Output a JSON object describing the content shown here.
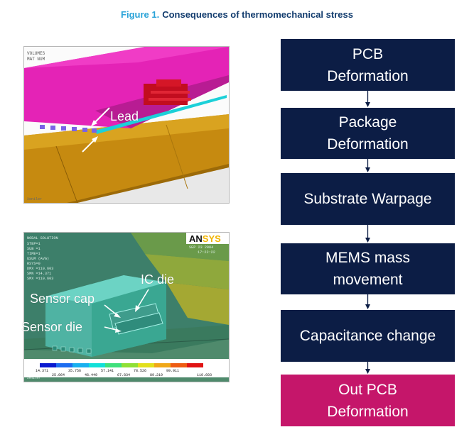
{
  "figure": {
    "number": "Figure 1.",
    "title": "Consequences  of thermomechanical  stress"
  },
  "top_image": {
    "header_lines": [
      "VOLUMES",
      "MAT NUM"
    ],
    "footer": "Xeniler",
    "callout": "Lead"
  },
  "bottom_image": {
    "header_lines": [
      "NODAL SOLUTION",
      "STEP=1",
      "SUB =1",
      "TIME=1",
      "USUM      (AVG)",
      "RSYS=0",
      "DMX =110.603",
      "SMN =14.371",
      "SMX =110.603"
    ],
    "brand": [
      "AN",
      "SYS"
    ],
    "date": "SEP 23 2004",
    "time": "17:22:22",
    "footer": "Xeniler",
    "callouts": [
      "IC die",
      "Sensor cap",
      "Sensor die"
    ],
    "legend_colors": [
      "#0a1ad0",
      "#1d6df0",
      "#19b0ef",
      "#12e0d8",
      "#3fe07b",
      "#8fe035",
      "#e2e01c",
      "#f0a818",
      "#ee5c12",
      "#e01313"
    ],
    "legend_top_labels": [
      "14.371",
      "35.756",
      "57.141",
      "78.526",
      "99.911"
    ],
    "legend_bottom_labels": [
      "25.064",
      "46.449",
      "67.834",
      "89.219",
      "110.603"
    ]
  },
  "flow": [
    {
      "lines": [
        "PCB",
        "Deformation"
      ]
    },
    {
      "lines": [
        "Package",
        "Deformation"
      ]
    },
    {
      "lines": [
        "Substrate Warpage"
      ]
    },
    {
      "lines": [
        "MEMS mass",
        "movement"
      ]
    },
    {
      "lines": [
        "Capacitance  change"
      ]
    },
    {
      "lines": [
        "Out PCB",
        "Deformation"
      ]
    }
  ],
  "colors": {
    "flow_box": "#0c1d45",
    "flow_final": "#c5166a",
    "title_number": "#2aa3d8",
    "title_text": "#123c6e"
  }
}
